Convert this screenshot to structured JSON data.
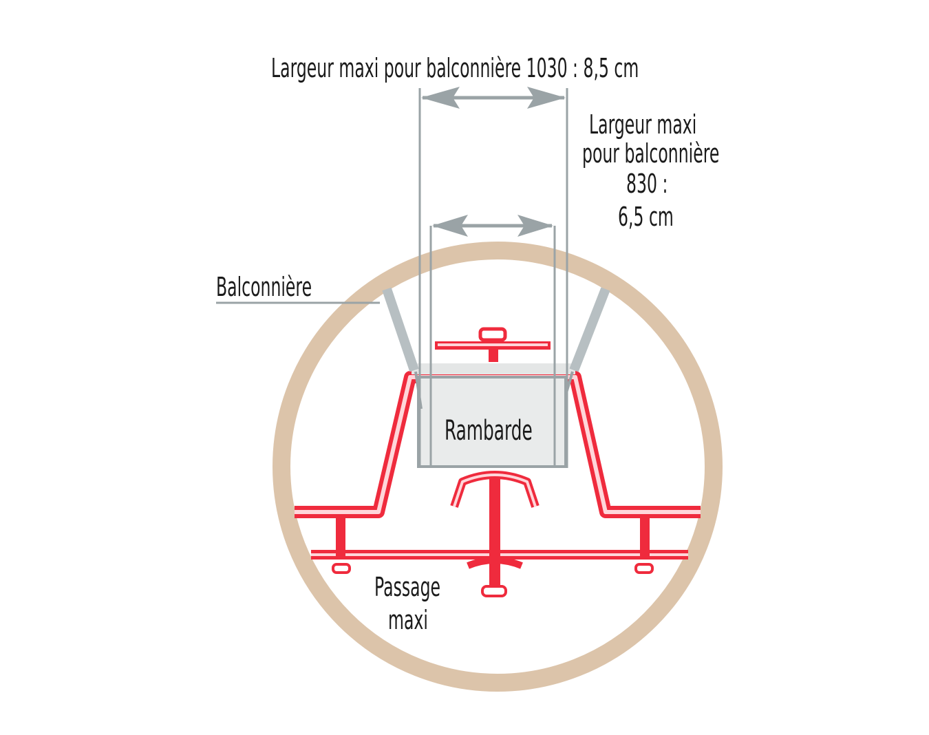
{
  "labels": {
    "largeur_1030": "Largeur maxi pour balconnière 1030 : 8,5 cm",
    "largeur_830_line1": "Largeur maxi",
    "largeur_830_line2": "pour balconnière",
    "largeur_830_line3": "830 :",
    "largeur_830_line4": "6,5 cm",
    "balconniere": "Balconnière",
    "rambarde": "Rambarde",
    "passage_line1": "Passage",
    "passage_line2": "maxi"
  },
  "colors": {
    "ring": "#dcc4aa",
    "rail": "#ef2b3d",
    "rail_light": "#ffd6da",
    "dimension": "#9aa3a6",
    "box_fill": "#e9ebeb",
    "text": "#1a1a1a"
  }
}
